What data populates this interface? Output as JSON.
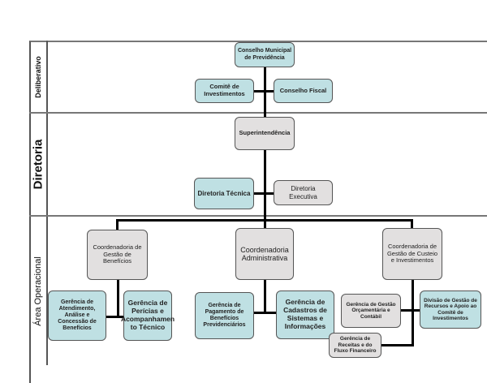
{
  "rows": {
    "deliberativo": "Deliberativo",
    "diretoria": "Diretoria",
    "operacional": "Área Operacional"
  },
  "boxes": {
    "conselho_municipal": "Conselho Municipal de Previdência",
    "comite_investimentos": "Comitê de Investimentos",
    "conselho_fiscal": "Conselho Fiscal",
    "superintendencia": "Superintendência",
    "diretoria_tecnica": "Diretoria Técnica",
    "diretoria_executiva": "Diretoria Executiva",
    "coord_beneficios": "Coordenadoria de Gestão de Benefícios",
    "coord_administrativa": "Coordenadoria Administrativa",
    "coord_custeio": "Coordenadoria de Gestão de Custeio e Investimentos",
    "ger_atendimento": "Gerência de Atendimento, Análise e Concessão de Benefícios",
    "ger_pericias": "Gerência de Perícias e Acompanhamen to Técnico",
    "ger_pagamento": "Gerência de Pagamento de Benefícios Previdenciários",
    "ger_cadastros": "Gerência de Cadastros de Sistemas e Informações",
    "ger_orcamentaria": "Gerência de Gestão Orçamentária e Contábil",
    "div_recursos": "Divisão de Gestão de Recursos e Apoio ao Comitê de Investimentos",
    "ger_receitas": "Gerência de Receitas e do Fluxo Financeiro"
  },
  "colors": {
    "teal": "#bfe0e3",
    "grey": "#e2e0e0"
  }
}
